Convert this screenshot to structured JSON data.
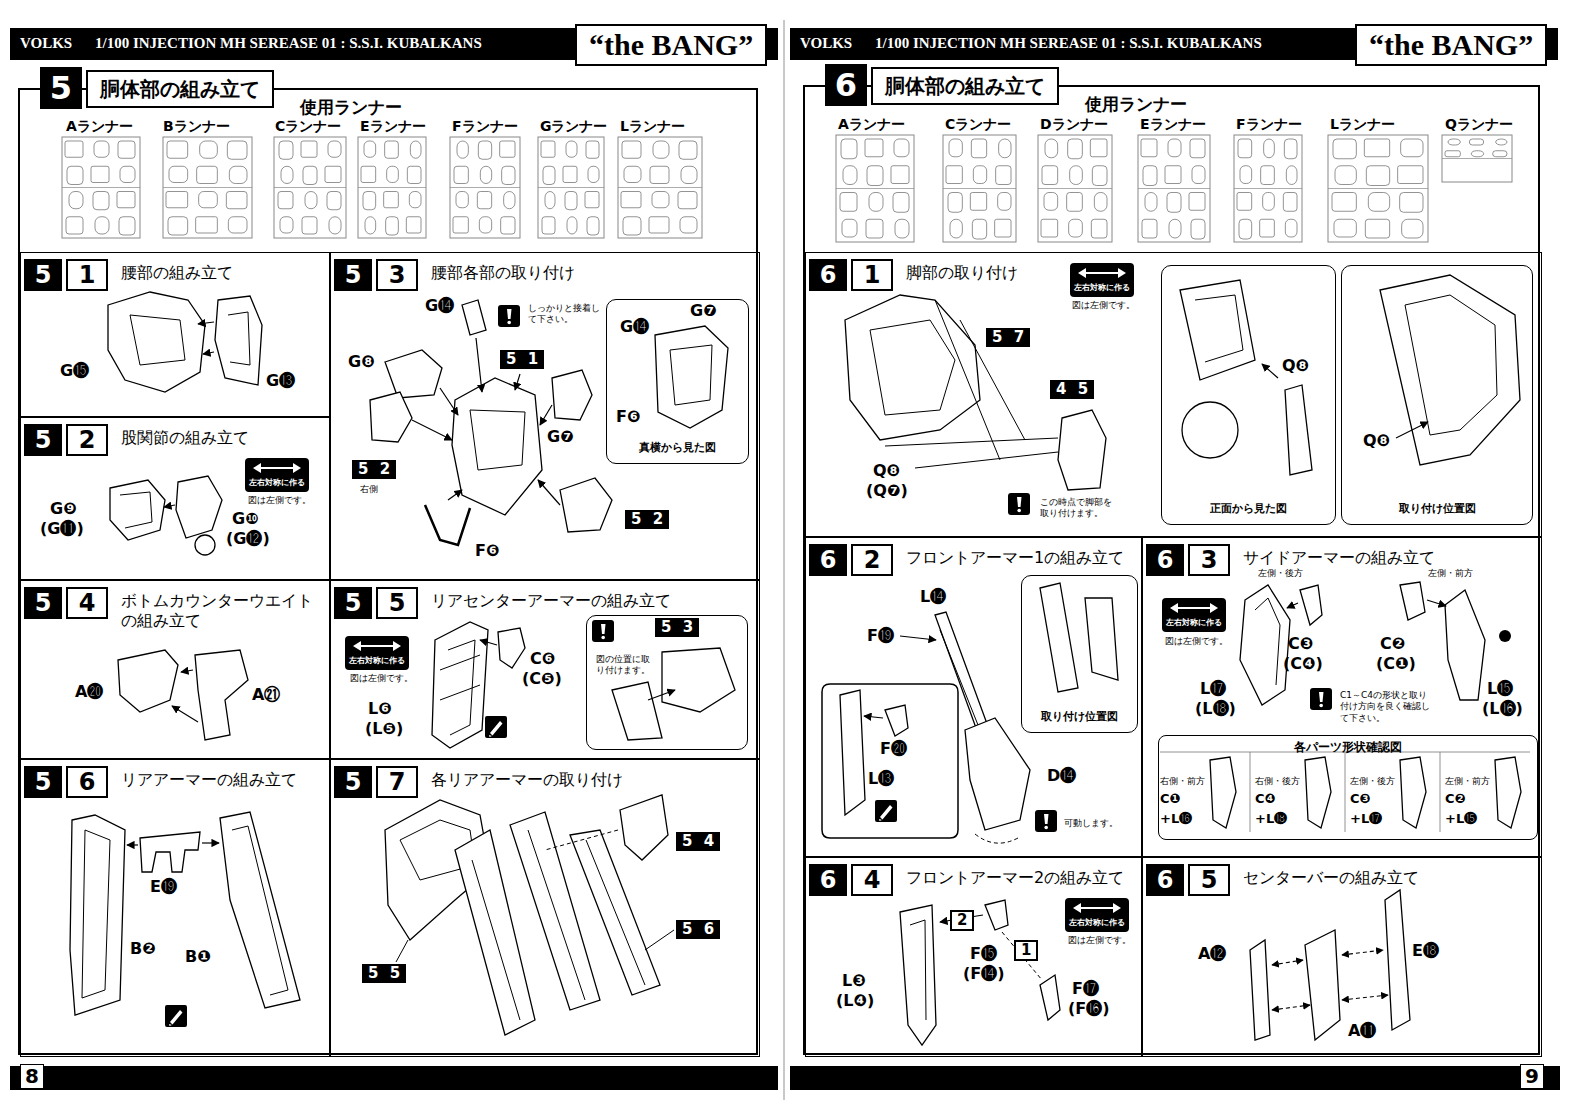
{
  "diagram": {
    "nodes": [
      {
        "text": [
          "VOLKS",
          "1/100 INJECTION MH SEREASE 01 : S.S.I. KUBALKANS",
          "“the BANG”"
        ]
      },
      {
        "text": [
          "5",
          "胴体部の組み立て"
        ]
      },
      {
        "text": [
          "使用ランナー"
        ],
        "in": 1
      },
      {
        "text": [
          "5",
          "1",
          "腰部の組み立て"
        ],
        "in": 1
      },
      {
        "text": [
          "5",
          "2",
          "股関節の組み立て"
        ],
        "in": 1
      },
      {
        "text": [
          "5",
          "3",
          "腰部各部の取り付け"
        ],
        "in": 1
      },
      {
        "text": [
          "真横から見た図"
        ],
        "in": 5
      },
      {
        "text": [
          "5",
          "4",
          "ボトムカウンターウエイト の組み立て"
        ],
        "in": 1
      },
      {
        "text": [
          "5",
          "5",
          "リアセンターアーマーの組み立て"
        ],
        "in": 1
      },
      {
        "text": [
          "図の位置に取り付けます。"
        ],
        "in": 8
      },
      {
        "text": [
          "5",
          "6",
          "リアアーマーの組み立て"
        ],
        "in": 1
      },
      {
        "text": [
          "5",
          "7",
          "各リアアーマーの取り付け"
        ],
        "in": 1
      },
      {
        "text": [
          "VOLKS",
          "1/100 INJECTION MH SEREASE 01 : S.S.I. KUBALKANS",
          "“the BANG”"
        ]
      },
      {
        "text": [
          "6",
          "胴体部の組み立て"
        ]
      },
      {
        "text": [
          "使用ランナー"
        ],
        "in": 13
      },
      {
        "text": [
          "6",
          "1",
          "脚部の取り付け"
        ],
        "in": 13
      },
      {
        "text": [
          "正面から見た図"
        ],
        "in": 15
      },
      {
        "text": [
          "取り付け位置図"
        ],
        "in": 15
      },
      {
        "text": [
          "6",
          "2",
          "フロントアーマー1の組み立て"
        ],
        "in": 13
      },
      {
        "text": [
          "取り付け位置図"
        ],
        "in": 18
      },
      {
        "text": [
          "6",
          "3",
          "サイドアーマーの組み立て"
        ],
        "in": 13
      },
      {
        "text": [
          "各パーツ形状確認図"
        ],
        "in": 20
      },
      {
        "text": [
          "6",
          "4",
          "フロントアーマー2の組み立て"
        ],
        "in": 13
      },
      {
        "text": [
          "6",
          "5",
          "センターバーの組み立て"
        ],
        "in": 13
      }
    ],
    "labels": [
      "Aランナー",
      "Bランナー",
      "Cランナー",
      "Eランナー",
      "Fランナー",
      "Gランナー",
      "Lランナー",
      "G⓯",
      "G⓭",
      "左右対称に作る",
      "図は左側です。",
      "G❾",
      "(G⓫)",
      "G❿",
      "(G⓬)",
      "G⓮",
      "しっかりと接着して下さい。",
      "G❽",
      "5 1",
      "G❼",
      "5 2",
      "右側",
      "F❻",
      "5 2",
      "G⓮",
      "G❼",
      "F❻",
      "A⓴",
      "A㉑",
      "左右対称に作る",
      "図は左側です。",
      "C❻",
      "(C❺)",
      "L❻",
      "(L❺)",
      "5 3",
      "E⓳",
      "B❷",
      "B❶",
      "5 4",
      "5 6",
      "5 5",
      "8",
      "Aランナー",
      "Cランナー",
      "Dランナー",
      "Eランナー",
      "Fランナー",
      "Lランナー",
      "Qランナー",
      "左右対称に作る",
      "図は左側です。",
      "5 7",
      "4 5",
      "Q❽",
      "(Q❼)",
      "この時点で脚部を取り付けます。",
      "Q❽",
      "Q❽",
      "L⓮",
      "F⓳",
      "F⓴",
      "L⓭",
      "D⓮",
      "可動します。",
      "左側・後方",
      "左側・前方",
      "左右対称に作る",
      "図は左側です。",
      "C❸",
      "(C❹)",
      "C❷",
      "(C❶)",
      "L⓱",
      "(L⓲)",
      "L⓯",
      "(L⓰)",
      "C1～C4の形状と取り付け方向を良く確認して下さい。",
      "右側・前方",
      "C❶",
      "+L⓰",
      "右側・後方",
      "C❹",
      "+L⓲",
      "左側・後方",
      "C❸",
      "+L⓱",
      "左側・前方",
      "C❷",
      "+L⓯",
      "2",
      "1",
      "F⓯",
      "(F⓮)",
      "F⓱",
      "(F⓰)",
      "L❸",
      "(L❹)",
      "左右対称に作る",
      "図は左側です。",
      "A⓬",
      "E⓲",
      "A⓫",
      "9"
    ]
  }
}
